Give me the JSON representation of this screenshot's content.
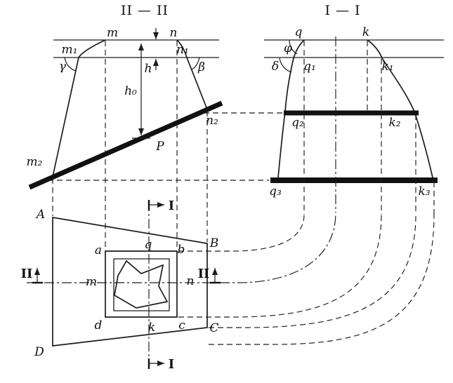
{
  "colors": {
    "ink": "#1c1c1c",
    "background": "#ffffff"
  },
  "section_ii": {
    "title": "II — II",
    "labels": {
      "m": "m",
      "n": "n",
      "m1": "m₁",
      "n1": "n₁",
      "m2": "m₂",
      "n2": "n₂",
      "gamma": "γ",
      "beta": "β",
      "h": "h",
      "h0": "h₀",
      "p": "P"
    }
  },
  "section_i": {
    "title": "I — I",
    "labels": {
      "q": "q",
      "k": "k",
      "q1": "q₁",
      "k1": "k₁",
      "q2": "q₂",
      "k2": "k₂",
      "q3": "q₃",
      "k3": "k₃",
      "phi": "φ",
      "delta": "δ"
    }
  },
  "plan": {
    "labels": {
      "A": "A",
      "B": "B",
      "C": "C",
      "D": "D",
      "a": "a",
      "b": "b",
      "c": "c",
      "d": "d",
      "q": "q",
      "k": "k",
      "m": "m",
      "n": "n"
    },
    "cut_marks": {
      "i": "I",
      "ii": "II"
    }
  }
}
